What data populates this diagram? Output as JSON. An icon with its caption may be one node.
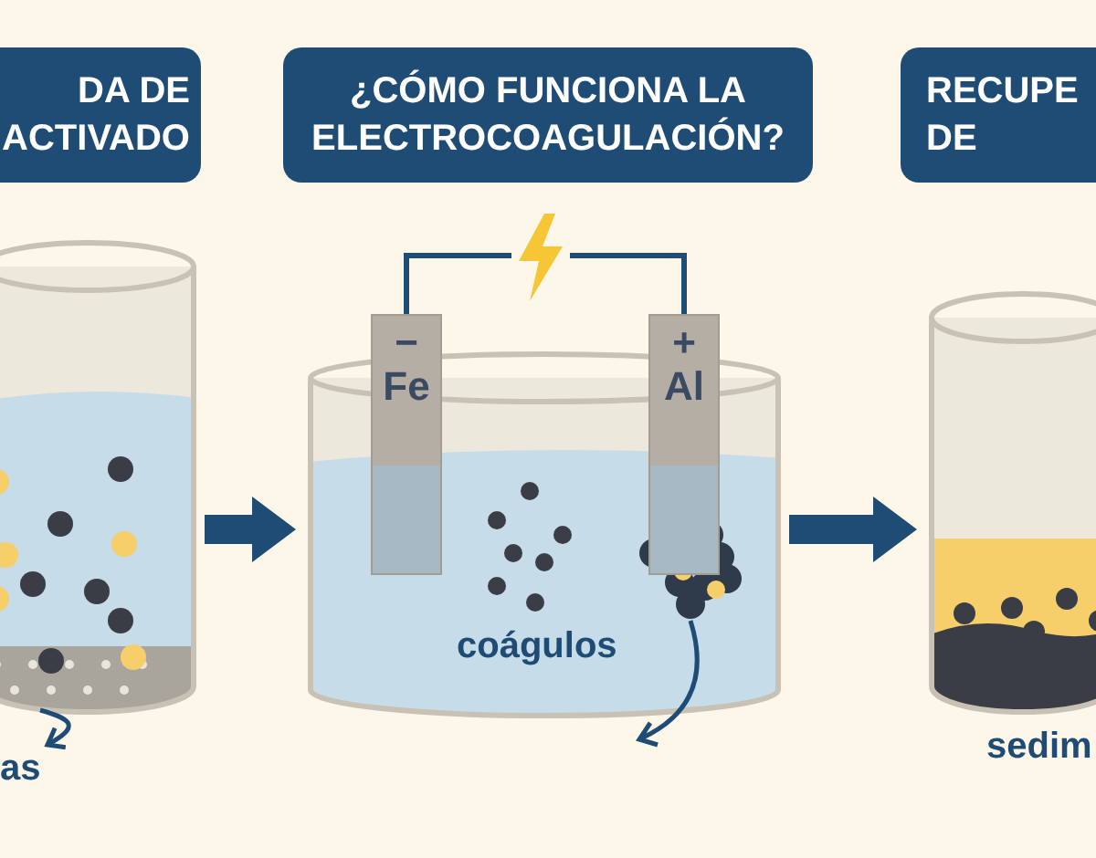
{
  "diagram": {
    "nodes": [
      {
        "text": [
          "DA DE ACTIVADO"
        ]
      },
      {
        "text": [
          "¿CÓMO FUNCIONA LA ELECTROCOAGULACIÓN?"
        ]
      },
      {
        "text": [
          "RECUPE DE"
        ]
      },
      {
        "text": [],
        "shape": "picture"
      },
      {
        "text": [],
        "shape": "picture"
      },
      {
        "text": [],
        "shape": "picture",
        "beside": [
          "sedim"
        ]
      },
      {
        "text": [
          "−",
          "Fe"
        ]
      },
      {
        "text": [],
        "shape": "picture"
      },
      {
        "text": [
          "+",
          "Al"
        ]
      },
      {
        "text": [
          "as"
        ]
      }
    ],
    "edges": [
      {
        "from": 3,
        "to": 4,
        "arrow": "to",
        "style": "thick"
      },
      {
        "from": 4,
        "to": 5,
        "arrow": "to",
        "style": "thick"
      },
      {
        "from": 6,
        "to": 7,
        "arrow": "none"
      },
      {
        "from": 7,
        "to": 8,
        "arrow": "none"
      },
      {
        "from": 3,
        "to": 9,
        "arrow": "to"
      }
    ],
    "labels": [
      "coágulos"
    ]
  }
}
